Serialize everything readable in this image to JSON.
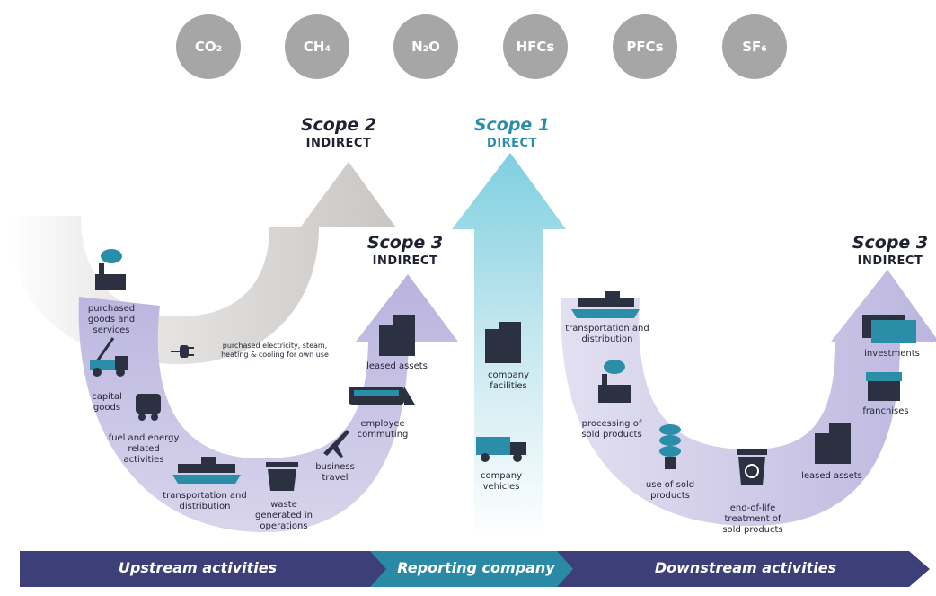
{
  "gases": [
    "CO₂",
    "CH₄",
    "N₂O",
    "HFCs",
    "PFCs",
    "SF₆"
  ],
  "scope2": {
    "title": "Scope 2",
    "subtitle": "INDIRECT"
  },
  "scope1": {
    "title": "Scope 1",
    "subtitle": "DIRECT"
  },
  "scope3_upstream": {
    "title": "Scope 3",
    "subtitle": "INDIRECT"
  },
  "scope3_downstream": {
    "title": "Scope 3",
    "subtitle": "INDIRECT"
  },
  "scope2_items": {
    "electricity": "purchased electricity, steam, heating & cooling for own use"
  },
  "upstream_items": {
    "purchased_goods": "purchased goods and services",
    "capital_goods": "capital goods",
    "fuel_energy": "fuel and energy related activities",
    "transportation": "transportation and distribution",
    "waste": "waste generated in operations",
    "business_travel": "business travel",
    "employee_commuting": "employee commuting",
    "leased_assets": "leased assets"
  },
  "company_items": {
    "facilities": "company facilities",
    "vehicles": "company vehicles"
  },
  "downstream_items": {
    "transportation": "transportation and distribution",
    "processing": "processing of sold products",
    "use": "use of sold products",
    "end_of_life": "end-of-life treatment of sold products",
    "leased_assets": "leased assets",
    "franchises": "franchises",
    "investments": "investments"
  },
  "bar": {
    "upstream": "Upstream activities",
    "reporting": "Reporting company",
    "downstream": "Downstream activities"
  },
  "colors": {
    "gas": "#a6a6a6",
    "scope1": "#2a8ea8",
    "scope3_arrow": "#c5c0e2",
    "scope2_arrow": "#d2cfcc",
    "bar_dark": "#3d3f78",
    "bar_teal": "#2a8aa5",
    "icon": "#2b3140"
  }
}
